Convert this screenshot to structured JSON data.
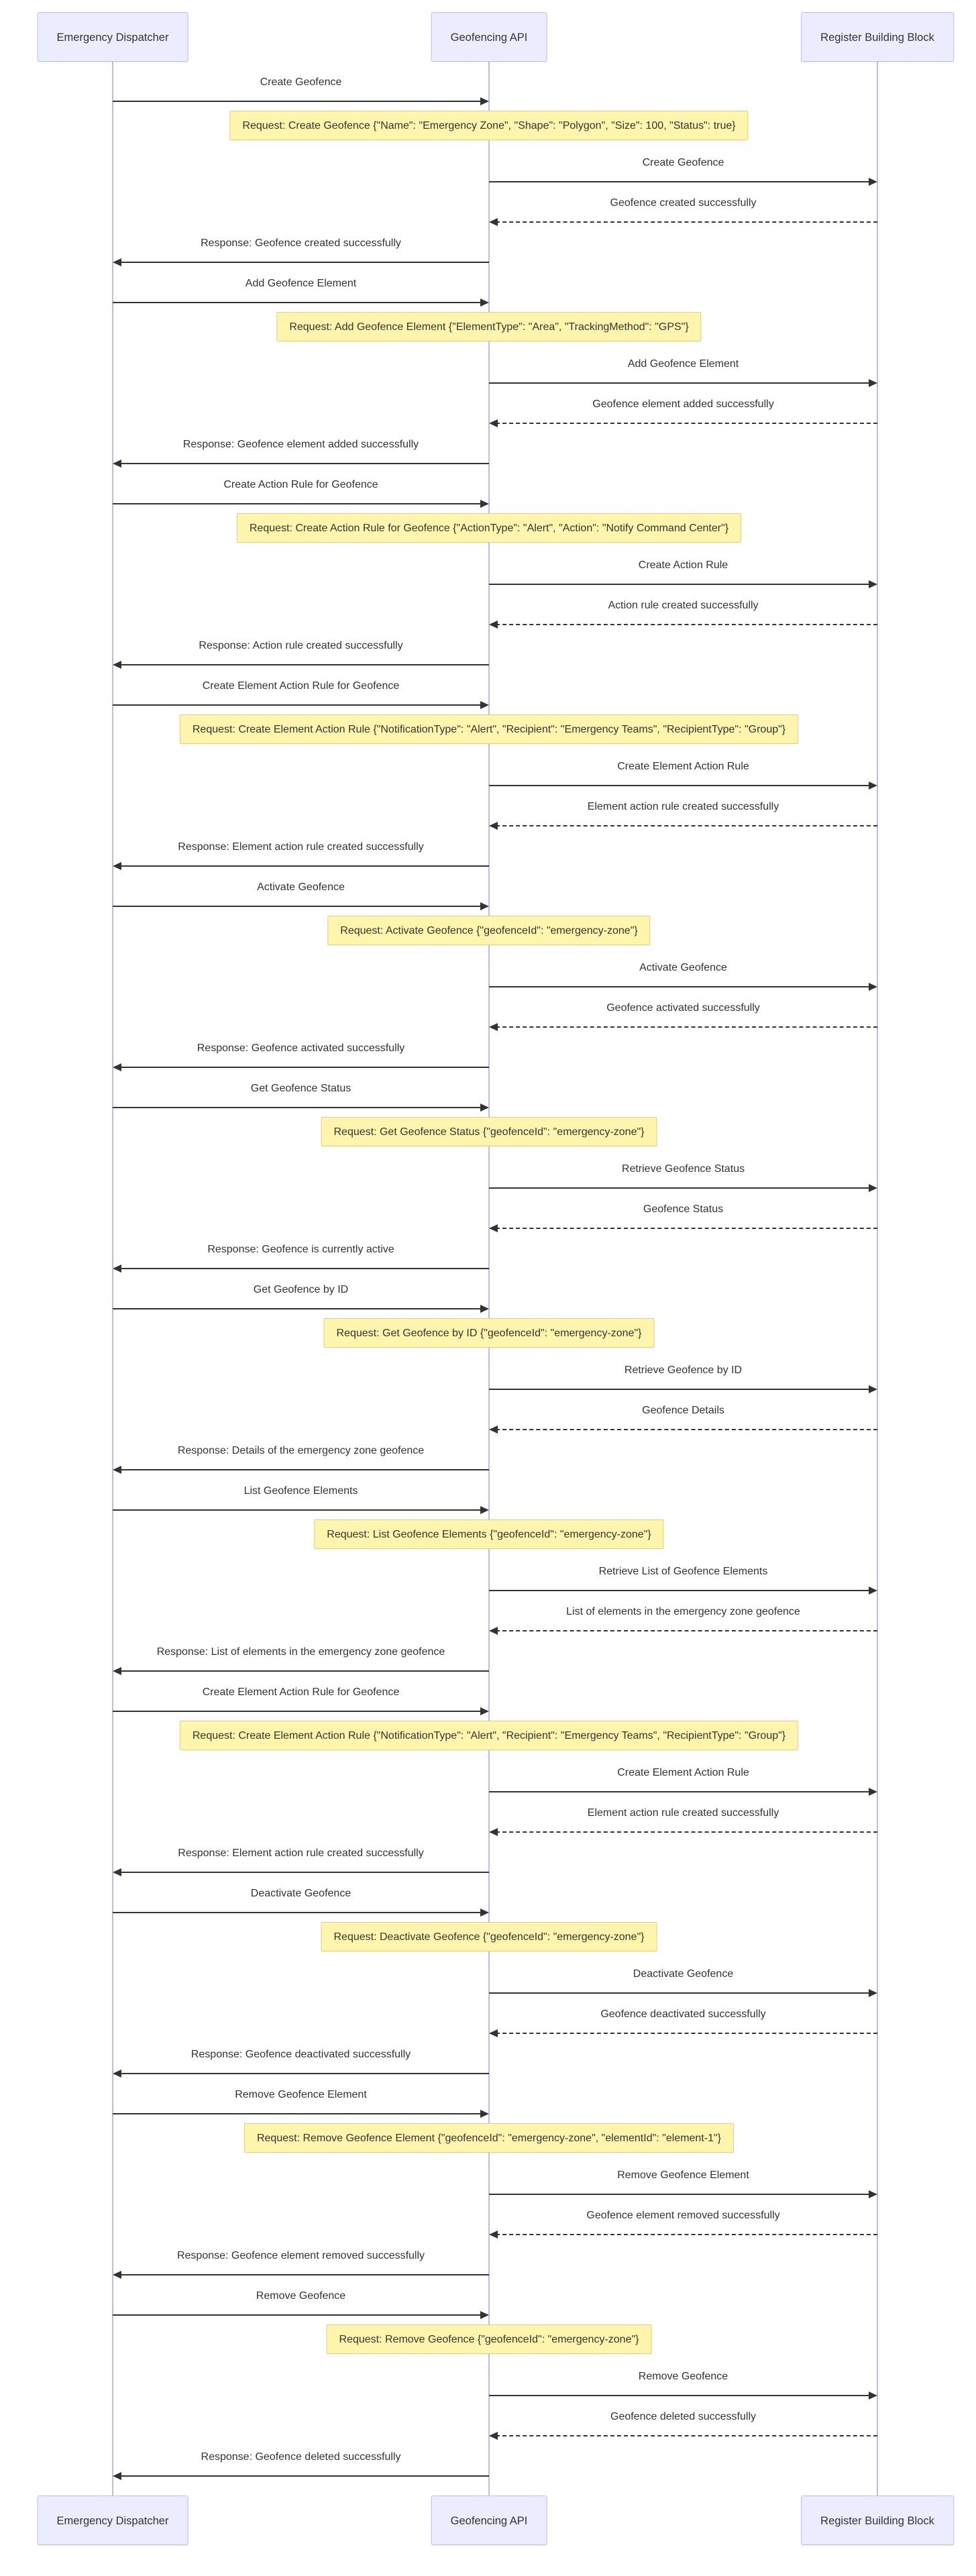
{
  "diagram": {
    "participants": [
      {
        "id": "dispatcher",
        "label": "Emergency Dispatcher"
      },
      {
        "id": "api",
        "label": "Geofencing API"
      },
      {
        "id": "register",
        "label": "Register Building Block"
      }
    ],
    "colors": {
      "actor_fill": "#ECECFF",
      "actor_border": "#c0c0ee",
      "lifeline": "#bcbcf2",
      "note_fill": "#FFF5AD",
      "note_border": "#ddcf7f",
      "line": "#333333",
      "text": "#333333"
    },
    "steps": [
      {
        "type": "message",
        "from": "dispatcher",
        "to": "api",
        "style": "solid",
        "text": "Create Geofence"
      },
      {
        "type": "note",
        "text": "Request: Create Geofence {\"Name\": \"Emergency Zone\", \"Shape\": \"Polygon\", \"Size\": 100, \"Status\": true}"
      },
      {
        "type": "message",
        "from": "api",
        "to": "register",
        "style": "solid",
        "text": "Create Geofence"
      },
      {
        "type": "message",
        "from": "register",
        "to": "api",
        "style": "dotted",
        "text": "Geofence created successfully"
      },
      {
        "type": "message",
        "from": "api",
        "to": "dispatcher",
        "style": "solid",
        "text": "Response: Geofence created successfully"
      },
      {
        "type": "message",
        "from": "dispatcher",
        "to": "api",
        "style": "solid",
        "text": "Add Geofence Element"
      },
      {
        "type": "note",
        "text": "Request: Add Geofence Element {\"ElementType\": \"Area\", \"TrackingMethod\": \"GPS\"}"
      },
      {
        "type": "message",
        "from": "api",
        "to": "register",
        "style": "solid",
        "text": "Add Geofence Element"
      },
      {
        "type": "message",
        "from": "register",
        "to": "api",
        "style": "dotted",
        "text": "Geofence element added successfully"
      },
      {
        "type": "message",
        "from": "api",
        "to": "dispatcher",
        "style": "solid",
        "text": "Response: Geofence element added successfully"
      },
      {
        "type": "message",
        "from": "dispatcher",
        "to": "api",
        "style": "solid",
        "text": "Create Action Rule for Geofence"
      },
      {
        "type": "note",
        "text": "Request: Create Action Rule for Geofence {\"ActionType\": \"Alert\", \"Action\": \"Notify Command Center\"}"
      },
      {
        "type": "message",
        "from": "api",
        "to": "register",
        "style": "solid",
        "text": "Create Action Rule"
      },
      {
        "type": "message",
        "from": "register",
        "to": "api",
        "style": "dotted",
        "text": "Action rule created successfully"
      },
      {
        "type": "message",
        "from": "api",
        "to": "dispatcher",
        "style": "solid",
        "text": "Response: Action rule created successfully"
      },
      {
        "type": "message",
        "from": "dispatcher",
        "to": "api",
        "style": "solid",
        "text": "Create Element Action Rule for Geofence"
      },
      {
        "type": "note",
        "text": "Request: Create Element Action Rule {\"NotificationType\": \"Alert\", \"Recipient\": \"Emergency Teams\", \"RecipientType\": \"Group\"}"
      },
      {
        "type": "message",
        "from": "api",
        "to": "register",
        "style": "solid",
        "text": "Create Element Action Rule"
      },
      {
        "type": "message",
        "from": "register",
        "to": "api",
        "style": "dotted",
        "text": "Element action rule created successfully"
      },
      {
        "type": "message",
        "from": "api",
        "to": "dispatcher",
        "style": "solid",
        "text": "Response: Element action rule created successfully"
      },
      {
        "type": "message",
        "from": "dispatcher",
        "to": "api",
        "style": "solid",
        "text": "Activate Geofence"
      },
      {
        "type": "note",
        "text": "Request: Activate Geofence {\"geofenceId\": \"emergency-zone\"}"
      },
      {
        "type": "message",
        "from": "api",
        "to": "register",
        "style": "solid",
        "text": "Activate Geofence"
      },
      {
        "type": "message",
        "from": "register",
        "to": "api",
        "style": "dotted",
        "text": "Geofence activated successfully"
      },
      {
        "type": "message",
        "from": "api",
        "to": "dispatcher",
        "style": "solid",
        "text": "Response: Geofence activated successfully"
      },
      {
        "type": "message",
        "from": "dispatcher",
        "to": "api",
        "style": "solid",
        "text": "Get Geofence Status"
      },
      {
        "type": "note",
        "text": "Request: Get Geofence Status {\"geofenceId\": \"emergency-zone\"}"
      },
      {
        "type": "message",
        "from": "api",
        "to": "register",
        "style": "solid",
        "text": "Retrieve Geofence Status"
      },
      {
        "type": "message",
        "from": "register",
        "to": "api",
        "style": "dotted",
        "text": "Geofence Status"
      },
      {
        "type": "message",
        "from": "api",
        "to": "dispatcher",
        "style": "solid",
        "text": "Response: Geofence is currently active"
      },
      {
        "type": "message",
        "from": "dispatcher",
        "to": "api",
        "style": "solid",
        "text": "Get Geofence by ID"
      },
      {
        "type": "note",
        "text": "Request: Get Geofence by ID {\"geofenceId\": \"emergency-zone\"}"
      },
      {
        "type": "message",
        "from": "api",
        "to": "register",
        "style": "solid",
        "text": "Retrieve Geofence by ID"
      },
      {
        "type": "message",
        "from": "register",
        "to": "api",
        "style": "dotted",
        "text": "Geofence Details"
      },
      {
        "type": "message",
        "from": "api",
        "to": "dispatcher",
        "style": "solid",
        "text": "Response: Details of the emergency zone geofence"
      },
      {
        "type": "message",
        "from": "dispatcher",
        "to": "api",
        "style": "solid",
        "text": "List Geofence Elements"
      },
      {
        "type": "note",
        "text": "Request: List Geofence Elements {\"geofenceId\": \"emergency-zone\"}"
      },
      {
        "type": "message",
        "from": "api",
        "to": "register",
        "style": "solid",
        "text": "Retrieve List of Geofence Elements"
      },
      {
        "type": "message",
        "from": "register",
        "to": "api",
        "style": "dotted",
        "text": "List of elements in the emergency zone geofence"
      },
      {
        "type": "message",
        "from": "api",
        "to": "dispatcher",
        "style": "solid",
        "text": "Response: List of elements in the emergency zone geofence"
      },
      {
        "type": "message",
        "from": "dispatcher",
        "to": "api",
        "style": "solid",
        "text": "Create Element Action Rule for Geofence"
      },
      {
        "type": "note",
        "text": "Request: Create Element Action Rule {\"NotificationType\": \"Alert\", \"Recipient\": \"Emergency Teams\", \"RecipientType\": \"Group\"}"
      },
      {
        "type": "message",
        "from": "api",
        "to": "register",
        "style": "solid",
        "text": "Create Element Action Rule"
      },
      {
        "type": "message",
        "from": "register",
        "to": "api",
        "style": "dotted",
        "text": "Element action rule created successfully"
      },
      {
        "type": "message",
        "from": "api",
        "to": "dispatcher",
        "style": "solid",
        "text": "Response: Element action rule created successfully"
      },
      {
        "type": "message",
        "from": "dispatcher",
        "to": "api",
        "style": "solid",
        "text": "Deactivate Geofence"
      },
      {
        "type": "note",
        "text": "Request: Deactivate Geofence {\"geofenceId\": \"emergency-zone\"}"
      },
      {
        "type": "message",
        "from": "api",
        "to": "register",
        "style": "solid",
        "text": "Deactivate Geofence"
      },
      {
        "type": "message",
        "from": "register",
        "to": "api",
        "style": "dotted",
        "text": "Geofence deactivated successfully"
      },
      {
        "type": "message",
        "from": "api",
        "to": "dispatcher",
        "style": "solid",
        "text": "Response: Geofence deactivated successfully"
      },
      {
        "type": "message",
        "from": "dispatcher",
        "to": "api",
        "style": "solid",
        "text": "Remove Geofence Element"
      },
      {
        "type": "note",
        "text": "Request: Remove Geofence Element {\"geofenceId\": \"emergency-zone\", \"elementId\": \"element-1\"}"
      },
      {
        "type": "message",
        "from": "api",
        "to": "register",
        "style": "solid",
        "text": "Remove Geofence Element"
      },
      {
        "type": "message",
        "from": "register",
        "to": "api",
        "style": "dotted",
        "text": "Geofence element removed successfully"
      },
      {
        "type": "message",
        "from": "api",
        "to": "dispatcher",
        "style": "solid",
        "text": "Response: Geofence element removed successfully"
      },
      {
        "type": "message",
        "from": "dispatcher",
        "to": "api",
        "style": "solid",
        "text": "Remove Geofence"
      },
      {
        "type": "note",
        "text": "Request: Remove Geofence {\"geofenceId\": \"emergency-zone\"}"
      },
      {
        "type": "message",
        "from": "api",
        "to": "register",
        "style": "solid",
        "text": "Remove Geofence"
      },
      {
        "type": "message",
        "from": "register",
        "to": "api",
        "style": "dotted",
        "text": "Geofence deleted successfully"
      },
      {
        "type": "message",
        "from": "api",
        "to": "dispatcher",
        "style": "solid",
        "text": "Response: Geofence deleted successfully"
      }
    ]
  }
}
